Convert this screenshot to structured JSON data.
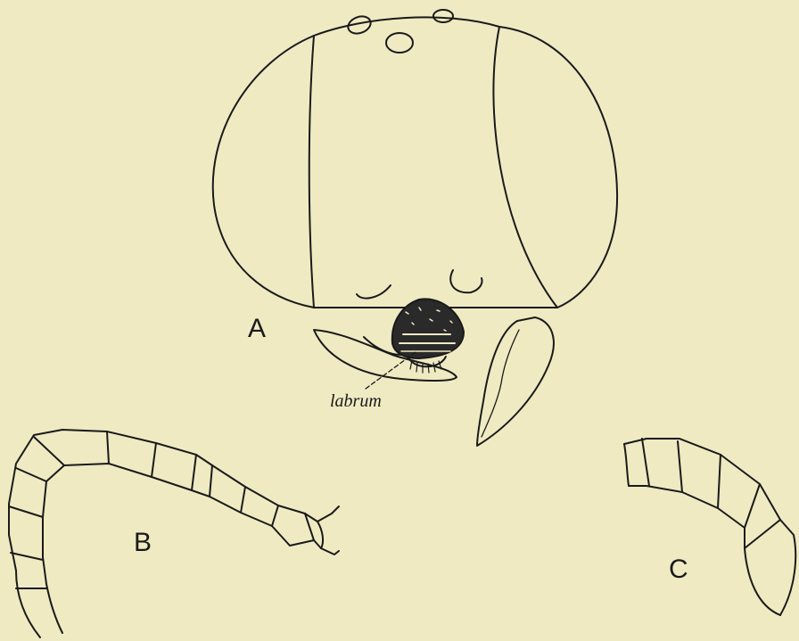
{
  "labels": {
    "panel_a": "A",
    "panel_b": "B",
    "panel_c": "C",
    "labrum": "labrum"
  },
  "colors": {
    "paper": "#efeac2",
    "ink": "#1a1a1a"
  },
  "icons": {
    "head": "insect-head-frontal-view",
    "antenna_b": "segmented-antenna",
    "antenna_c": "segmented-antenna"
  }
}
